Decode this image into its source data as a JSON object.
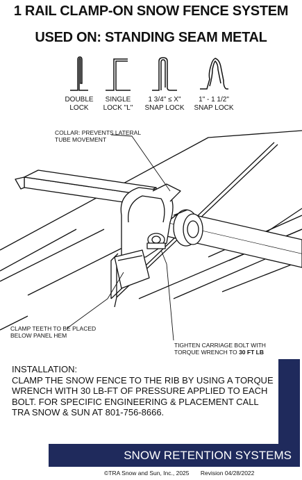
{
  "title_line1": "1 RAIL CLAMP-ON SNOW FENCE SYSTEM",
  "title_line2": "USED ON: STANDING SEAM METAL",
  "profiles": [
    {
      "line1": "DOUBLE",
      "line2": "LOCK"
    },
    {
      "line1": "SINGLE",
      "line2": "LOCK \"L\""
    },
    {
      "line1": "1 3/4\" ≤ X\"",
      "line2": "SNAP LOCK"
    },
    {
      "line1": "1\" - 1 1/2\"",
      "line2": "SNAP LOCK"
    }
  ],
  "callouts": {
    "collar_line1": "COLLAR: PREVENTS LATERAL",
    "collar_line2": "TUBE MOVEMENT",
    "teeth_line1": "CLAMP TEETH TO BE PLACED",
    "teeth_line2": "BELOW PANEL HEM",
    "bolt_line1": "TIGHTEN CARRIAGE BOLT WITH",
    "bolt_line2_prefix": "TORQUE WRENCH TO",
    "bolt_line2_bold": "30 FT LB"
  },
  "installation": {
    "heading": "INSTALLATION:",
    "body": "CLAMP THE SNOW FENCE TO THE RIB BY USING A TORQUE WRENCH WITH 30 LB-FT OF PRESSURE APPLIED TO EACH BOLT. FOR SPECIFIC ENGINEERING & PLACEMENT CALL TRA SNOW & SUN AT 801-756-8666."
  },
  "banner": "SNOW RETENTION SYSTEMS",
  "footer": {
    "copyright": "©TRA Snow and Sun, Inc., 2025",
    "revision": "Revision 04/28/2022"
  },
  "colors": {
    "banner": "#1f2a5c"
  }
}
